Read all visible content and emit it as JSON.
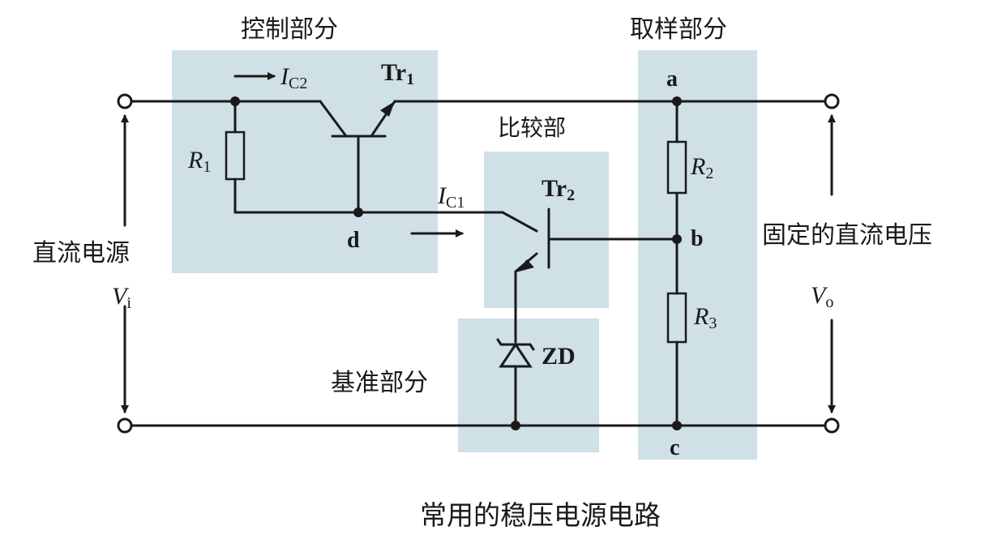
{
  "labels": {
    "control_section": "控制部分",
    "sampling_section": "取样部分",
    "comparison_section": "比较部",
    "reference_section": "基准部分",
    "dc_source": "直流电源",
    "fixed_dc_voltage": "固定的直流电压",
    "caption": "常用的稳压电源电路"
  },
  "components": {
    "ic2": {
      "main": "I",
      "sub": "C2"
    },
    "ic1": {
      "main": "I",
      "sub": "C1"
    },
    "tr1": {
      "main": "Tr",
      "sub": "1"
    },
    "tr2": {
      "main": "Tr",
      "sub": "2"
    },
    "r1": {
      "main": "R",
      "sub": "1"
    },
    "r2": {
      "main": "R",
      "sub": "2"
    },
    "r3": {
      "main": "R",
      "sub": "3"
    },
    "zd": "ZD",
    "vi": {
      "main": "V",
      "sub": "i"
    },
    "vo": {
      "main": "V",
      "sub": "o"
    }
  },
  "nodes": {
    "a": "a",
    "b": "b",
    "c": "c",
    "d": "d"
  }
}
